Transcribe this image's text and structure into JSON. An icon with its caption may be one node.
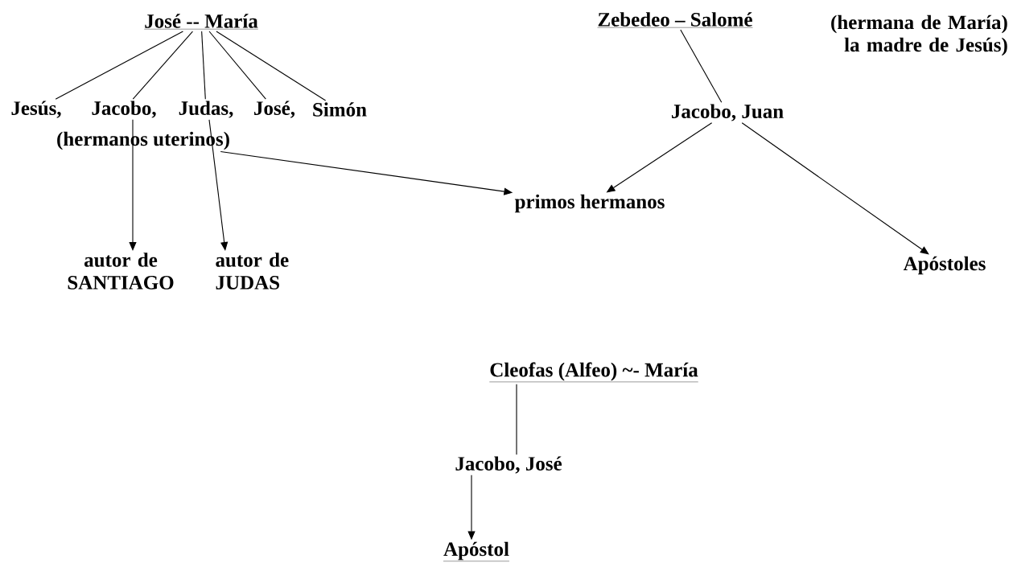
{
  "diagram": {
    "nodes": [
      {
        "text": [
          "José -- María"
        ]
      },
      {
        "text": [
          "Jesús,"
        ]
      },
      {
        "text": [
          "Jacobo,"
        ]
      },
      {
        "text": [
          "Judas,"
        ]
      },
      {
        "text": [
          "José,"
        ]
      },
      {
        "text": [
          "Simón"
        ]
      },
      {
        "text": [
          "(hermanos uterinos)"
        ]
      },
      {
        "text": [
          "autor de SANTIAGO"
        ]
      },
      {
        "text": [
          "autor de JUDAS"
        ]
      },
      {
        "text": [
          "primos hermanos"
        ]
      },
      {
        "text": [
          "Zebedeo – Salomé"
        ],
        "beside": [
          "(hermana de María) la madre de Jesús)"
        ]
      },
      {
        "text": [
          "Jacobo, Juan"
        ]
      },
      {
        "text": [
          "Apóstoles"
        ]
      },
      {
        "text": [
          "Cleofas (Alfeo) ~- María"
        ]
      },
      {
        "text": [
          "Jacobo, José"
        ]
      },
      {
        "text": [
          "Apóstol"
        ]
      }
    ],
    "edges": [
      {
        "from": 0,
        "to": 1,
        "arrow": "none"
      },
      {
        "from": 0,
        "to": 2,
        "arrow": "none"
      },
      {
        "from": 0,
        "to": 3,
        "arrow": "none"
      },
      {
        "from": 0,
        "to": 4,
        "arrow": "none"
      },
      {
        "from": 0,
        "to": 5,
        "arrow": "none"
      },
      {
        "from": 2,
        "to": 7,
        "arrow": "to"
      },
      {
        "from": 3,
        "to": 8,
        "arrow": "to"
      },
      {
        "from": 6,
        "to": 9,
        "arrow": "to"
      },
      {
        "from": 10,
        "to": 11,
        "arrow": "none"
      },
      {
        "from": 11,
        "to": 9,
        "arrow": "to"
      },
      {
        "from": 11,
        "to": 12,
        "arrow": "to"
      },
      {
        "from": 13,
        "to": 14,
        "arrow": "none"
      },
      {
        "from": 14,
        "to": 15,
        "arrow": "to"
      }
    ]
  }
}
